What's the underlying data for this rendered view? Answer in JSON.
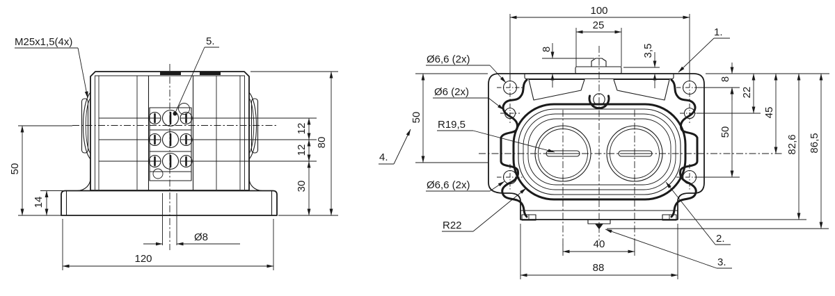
{
  "colors": {
    "ink": "#1a1a1a",
    "paper": "#ffffff"
  },
  "front_view": {
    "labels": {
      "gland_thread": "M25x1,5(4x)",
      "callout_5": "5."
    },
    "dims": {
      "axis_height": "50",
      "base_height": "14",
      "pitch_top": "12",
      "pitch_mid": "12",
      "bottom_offset": "30",
      "height_total": "80",
      "hole_dia": "Ø8",
      "width_total": "120"
    }
  },
  "top_view": {
    "labels": {
      "callout_1": "1.",
      "callout_2": "2.",
      "callout_3": "3.",
      "callout_4": "4.",
      "holes_top": "Ø6,6 (2x)",
      "holes_side": "Ø6 (2x)",
      "holes_bottom": "Ø6,6 (2x)",
      "cover_radius": "R19,5",
      "corner_radius": "R22"
    },
    "dims": {
      "hole_spacing": "100",
      "tab_width": "25",
      "tab_peak_height": "8",
      "tab_height": "3,5",
      "edge_to_hole": "8",
      "edge_to_side_hole": "22",
      "edge_to_axis": "45",
      "hole_span": "50",
      "edge_span_left": "50",
      "body_depth": "82,6",
      "total_depth": "86,5",
      "gland_spacing": "40",
      "foot_width": "88"
    }
  }
}
